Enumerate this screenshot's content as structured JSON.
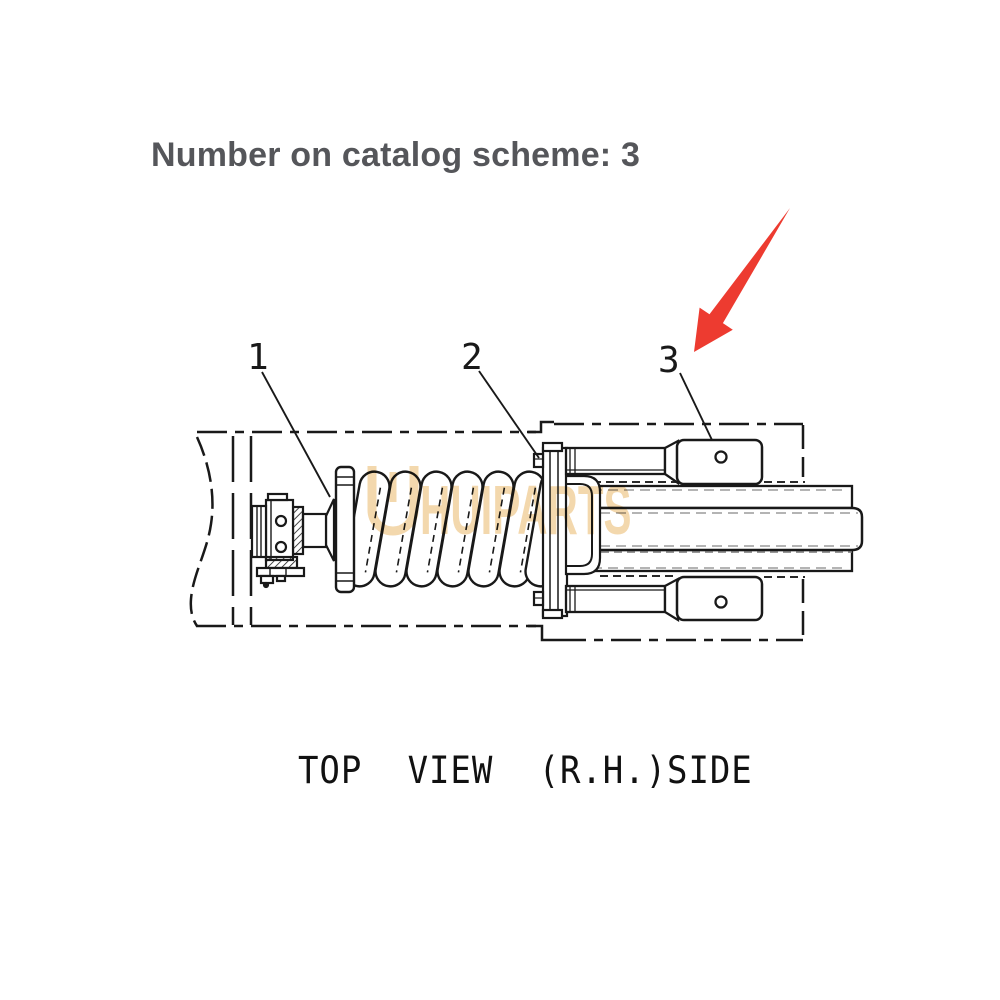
{
  "page": {
    "title": "Number on catalog scheme: 3"
  },
  "figure": {
    "caption": "TOP VIEW (R.H.)SIDE",
    "part_labels": [
      "1",
      "2",
      "3"
    ],
    "highlighted_part": "3",
    "arrow_color": "#ed3b30",
    "line_color": "#1a1a1a",
    "watermark": {
      "text": "HUIPARTS",
      "color": "#e8b15c"
    }
  }
}
